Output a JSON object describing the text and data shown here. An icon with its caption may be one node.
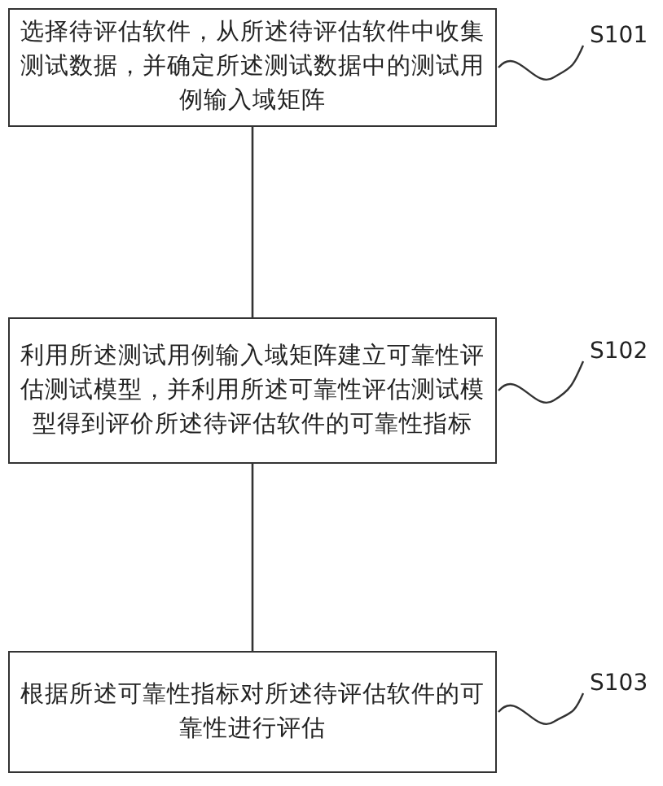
{
  "diagram": {
    "nodes": [
      {
        "text": [
          "选择待评估软件，从所述待评估软件中收集测试数据，并确定所述测试数据中的测试用例输入域矩阵"
        ]
      },
      {
        "text": [
          "S101"
        ]
      },
      {
        "text": [
          "利用所述测试用例输入域矩阵建立可靠性评估测试模型，并利用所述可靠性评估测试模型得到评价所述待评估软件的可靠性指标"
        ]
      },
      {
        "text": [
          "S102"
        ]
      },
      {
        "text": [
          "根据所述可靠性指标对所述待评估软件的可靠性进行评估"
        ]
      },
      {
        "text": [
          "S103"
        ]
      }
    ],
    "edges": [
      {
        "from": 0,
        "to": 2,
        "arrow": "none"
      },
      {
        "from": 2,
        "to": 4,
        "arrow": "none"
      },
      {
        "from": 1,
        "to": 0,
        "arrow": "none"
      },
      {
        "from": 3,
        "to": 2,
        "arrow": "none"
      },
      {
        "from": 5,
        "to": 4,
        "arrow": "none"
      }
    ]
  }
}
